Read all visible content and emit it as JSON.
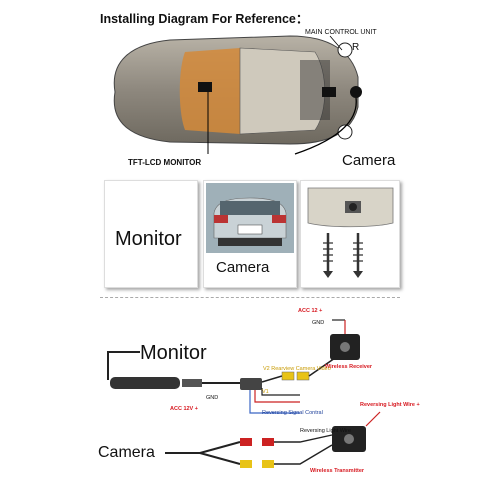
{
  "title": "Installing Diagram For Reference：",
  "car_section": {
    "main_control_unit": "MAIN CONTROL UNIT",
    "r_label": "R",
    "tft_label": "TFT-LCD MONITOR",
    "camera_label": "Camera"
  },
  "panels": {
    "monitor": "Monitor",
    "camera": "Camera"
  },
  "wiring": {
    "monitor": "Monitor",
    "camera": "Camera",
    "acc12_top": "ACC 12 +",
    "gnd_top": "GND",
    "wireless_receiver": "Wireless Receiver",
    "v2_label": "V2 Rearview Camera Video",
    "v1_label": "V1",
    "gnd_mid": "GND",
    "acc12v": "ACC 12V +",
    "reversing_signal": "Reversing Signal Contral",
    "reversing_light_wire_red": "Reversing Light Wire +",
    "reversing_light_wire": "Reversing Light Wire",
    "wireless_transmitter": "Wireless Transmitter"
  }
}
